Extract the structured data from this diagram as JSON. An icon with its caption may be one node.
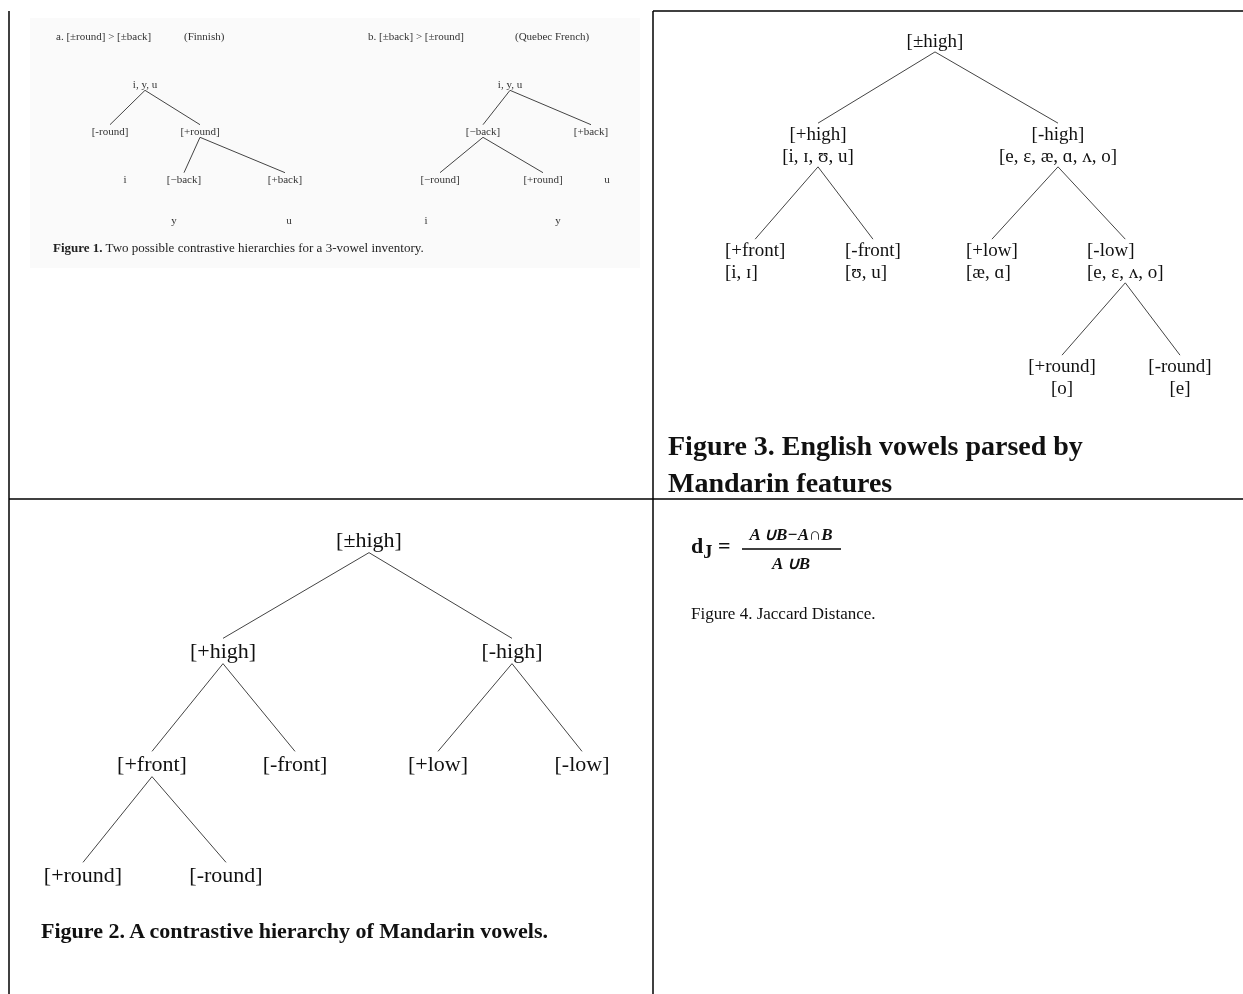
{
  "diagram": {
    "nodes": [
      {
        "text": [
          "i, y, u"
        ]
      },
      {
        "text": [
          "[-round]"
        ]
      },
      {
        "text": [
          "[+round]"
        ]
      },
      {
        "text": [
          "[−back]"
        ]
      },
      {
        "text": [
          "[+back]"
        ]
      },
      {
        "text": [
          "i, y, u"
        ]
      },
      {
        "text": [
          "[−back]"
        ]
      },
      {
        "text": [
          "[+back]"
        ]
      },
      {
        "text": [
          "[−round]"
        ]
      },
      {
        "text": [
          "[+round]"
        ]
      },
      {
        "text": [
          "[±high]"
        ]
      },
      {
        "text": [
          "[+high]",
          "[i, ɪ, ʊ, u]"
        ]
      },
      {
        "text": [
          "[-high]",
          "[e, ɛ, æ, ɑ, ʌ, o]"
        ]
      },
      {
        "text": [
          "[+front]",
          "[i, ɪ]"
        ]
      },
      {
        "text": [
          "[-front]",
          "[ʊ, u]"
        ]
      },
      {
        "text": [
          "[+low]",
          "[æ, ɑ]"
        ]
      },
      {
        "text": [
          "[-low]",
          "[e, ɛ, ʌ, o]"
        ]
      },
      {
        "text": [
          "[+round]",
          "[o]"
        ]
      },
      {
        "text": [
          "[-round]",
          "[e]"
        ]
      },
      {
        "text": [
          "[±high]"
        ]
      },
      {
        "text": [
          "[+high]"
        ]
      },
      {
        "text": [
          "[-high]"
        ]
      },
      {
        "text": [
          "[+front]"
        ]
      },
      {
        "text": [
          "[-front]"
        ]
      },
      {
        "text": [
          "[+low]"
        ]
      },
      {
        "text": [
          "[-low]"
        ]
      },
      {
        "text": [
          "[+round]"
        ]
      },
      {
        "text": [
          "[-round]"
        ]
      }
    ],
    "edges": [
      {
        "from": 0,
        "to": 1,
        "arrow": "none"
      },
      {
        "from": 0,
        "to": 2,
        "arrow": "none"
      },
      {
        "from": 2,
        "to": 3,
        "arrow": "none"
      },
      {
        "from": 2,
        "to": 4,
        "arrow": "none"
      },
      {
        "from": 5,
        "to": 6,
        "arrow": "none"
      },
      {
        "from": 5,
        "to": 7,
        "arrow": "none"
      },
      {
        "from": 6,
        "to": 8,
        "arrow": "none"
      },
      {
        "from": 6,
        "to": 9,
        "arrow": "none"
      },
      {
        "from": 10,
        "to": 11,
        "arrow": "none"
      },
      {
        "from": 10,
        "to": 12,
        "arrow": "none"
      },
      {
        "from": 11,
        "to": 13,
        "arrow": "none"
      },
      {
        "from": 11,
        "to": 14,
        "arrow": "none"
      },
      {
        "from": 12,
        "to": 15,
        "arrow": "none"
      },
      {
        "from": 12,
        "to": 16,
        "arrow": "none"
      },
      {
        "from": 16,
        "to": 17,
        "arrow": "none"
      },
      {
        "from": 16,
        "to": 18,
        "arrow": "none"
      },
      {
        "from": 19,
        "to": 20,
        "arrow": "none"
      },
      {
        "from": 19,
        "to": 21,
        "arrow": "none"
      },
      {
        "from": 20,
        "to": 22,
        "arrow": "none"
      },
      {
        "from": 20,
        "to": 23,
        "arrow": "none"
      },
      {
        "from": 21,
        "to": 24,
        "arrow": "none"
      },
      {
        "from": 21,
        "to": 25,
        "arrow": "none"
      },
      {
        "from": 22,
        "to": 26,
        "arrow": "none"
      },
      {
        "from": 22,
        "to": 27,
        "arrow": "none"
      }
    ],
    "labels": [
      "a. [±round] > [±back]",
      "(Finnish)",
      "b. [±back] > [±round]",
      "(Quebec French)",
      "i",
      "y",
      "u",
      "u",
      "i",
      "y",
      "**Figure 1.** Two possible contrastive hierarchies for a 3-vowel inventory.",
      "Figure 3. English vowels parsed by Mandarin features",
      "Figure 2. A contrastive hierarchy of Mandarin vowels.",
      "d$_{J}$ =",
      "A ∪B−A∩B",
      "A ∪B",
      "Figure 4. Jaccard Distance."
    ]
  }
}
